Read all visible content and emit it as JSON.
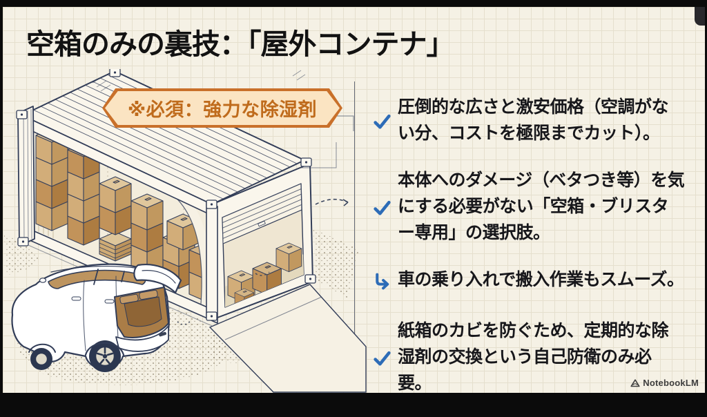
{
  "slide": {
    "title": "空箱のみの裏技：「屋外コンテナ」",
    "banner": {
      "label": "※必須：強力な除湿剤"
    },
    "bullets": [
      {
        "icon": "check",
        "text": "圧倒的な広さと激安価格（空調がない分、コストを極限までカット）。"
      },
      {
        "icon": "check",
        "text": "本体へのダメージ（ベタつき等）を気にする必要がない「空箱・ブリスター専用」の選択肢。"
      },
      {
        "icon": "branch-arrow",
        "text": "車の乗り入れで搬入作業もスムーズ。"
      },
      {
        "icon": "check",
        "text": "紙箱のカビを防ぐため、定期的な除湿剤の交換という自己防衛のみ必要。"
      }
    ],
    "illustration": {
      "description": "ink sketch of an outdoor shipping container full of cardboard boxes with a hatchback car, tailgate open"
    },
    "footer": {
      "brand": "NotebookLM"
    }
  },
  "colors": {
    "background": "#f5f1e5",
    "grid_line": "#e5dfcd",
    "frame": "#0b0b0b",
    "title_text": "#121212",
    "banner_border": "#c9702a",
    "banner_fill": "#fbe4c2",
    "banner_text": "#bf6b1c",
    "bullet_blue": "#2d6cb7",
    "body_text": "#17171b",
    "ink_outline": "#323d58",
    "box_tan": "#d2ad79",
    "footer_text": "#3e3e3e"
  }
}
